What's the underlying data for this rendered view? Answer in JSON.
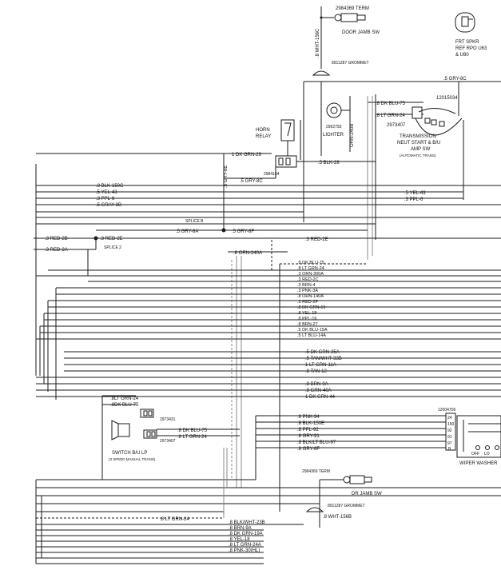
{
  "components": {
    "door_jamb": {
      "term": "2984369 TERM",
      "name": "DOOR JAMB SW",
      "wire": ".8 WHT-156C",
      "grommet": "8911287 GROMMET"
    },
    "frt_spkr": {
      "line1": "FRT SPKR",
      "line2": "REF RPO U63",
      "line3": "& U80"
    },
    "horn_relay": {
      "line1": "HORN",
      "line2": "RELAY",
      "part": "2984164"
    },
    "lighter": {
      "part": "2962793",
      "name": "LIGHTER",
      "wire": "ORN-240B"
    },
    "transmission": {
      "part1": "12015034",
      "part2": "2973407",
      "line1": "TRANSMISSION",
      "line2": "NEUT START & B/U",
      "line3": "AMP SW",
      "line4": "(AUTOMATIC TRANS)"
    },
    "splice_b": "SPLICE B",
    "splice_2": "SPLICE 2",
    "switch_bu": {
      "part1": "2973431",
      "part2": "2973407",
      "line1": "SWITCH B/U LP",
      "line2": "(3 SPEED MANUAL TRANS)"
    },
    "dr_jamb": {
      "term": "2984369 TERM",
      "name": "DR JAMB SW",
      "grommet": "8911287 GROMMET",
      "wire": ".8 WHT-156B"
    },
    "wiper": {
      "part": "12004706",
      "name": "WIPER WASHER",
      "pins": [
        "24",
        "150",
        "92",
        "91",
        "97",
        "B"
      ],
      "label_off": "OFF",
      "label_lo": "LO"
    }
  },
  "wires": {
    "gry_8c_top": ".5 GRY-8C",
    "dk_blu_75_top": ".8 DK BLU-75",
    "lt_grn_24_top": ".8 LT GRN-24",
    "dk_grn_29": "1 DK GRN-29",
    "gry_8e": ".5 GRY-8E",
    "gry_8c_relay": ".5 GRY-8C",
    "blk_28": ".5 BLK-28",
    "blk_150c": ".8 BLK-150C",
    "yel_43": ".5 YEL-43",
    "ppl_6": ".3 PPL-6",
    "gray_8b": ".5 GRAY-8B",
    "yel_43_r": ".5 YEL-43",
    "ppl_6_r": ".3 PPL-6",
    "gry_8a": ".5 GRY-8A",
    "gry_8f": ".5 GRY-8F",
    "red_2b": ".3 RED-2B",
    "red_2e": ".3 RED-2E",
    "red_2e_r": ".3 RED-2E",
    "red_2a": ".3 RED-2A",
    "orn_240a": ".8 ORN-240A",
    "bundle1": [
      ".8 DK BLU-75",
      ".8 LT GRN-24",
      ".3 ORN-300A",
      ".3 RED-2C",
      ".3 BRN-4",
      ".3 PNK-3A",
      ".8 ORN-140A",
      ".3 RED-2F",
      ".8 DK GRN-19",
      ".8 YEL-18",
      ".8 PPL-16",
      ".8 BRN-27",
      ".5 DK BLU-15A",
      ".5 LT BLU-14A"
    ],
    "bundle2": [
      ".5 DK GRN-35A",
      ".5 TAN/WHT-33B",
      "1 LT GRN-11A",
      ".8 TAN-12"
    ],
    "bundle3": [
      ".8 BRN-9A",
      ".8 GRN-40A",
      "1 DK GRN-44"
    ],
    "bu_lt_grn_24": ".8LT GRN-24",
    "bu_dk_blu_75": ".8DK BLU-75",
    "bu_dk_blu_75b": ".8 DK BLU-75",
    "bu_lt_grn_24b": ".8 LT GRN-24",
    "bundle4": [
      ".8 PNK-94",
      ".8 BLK-150E",
      ".8 PPL-92",
      ".8 GRY-91",
      ".8 BLK/LT BLU-97",
      ".8 GRY-8F"
    ],
    "lt_grn_24_bottom": ".8 LT GRN-24",
    "bundle5": [
      ".8 BLK/WHT-23B",
      ".8 BRN-9A",
      ".8 DK GRN-19A",
      ".8 YEL-18",
      ".8 LT GRN-24A",
      ".8 PNK-30(HL)"
    ]
  }
}
